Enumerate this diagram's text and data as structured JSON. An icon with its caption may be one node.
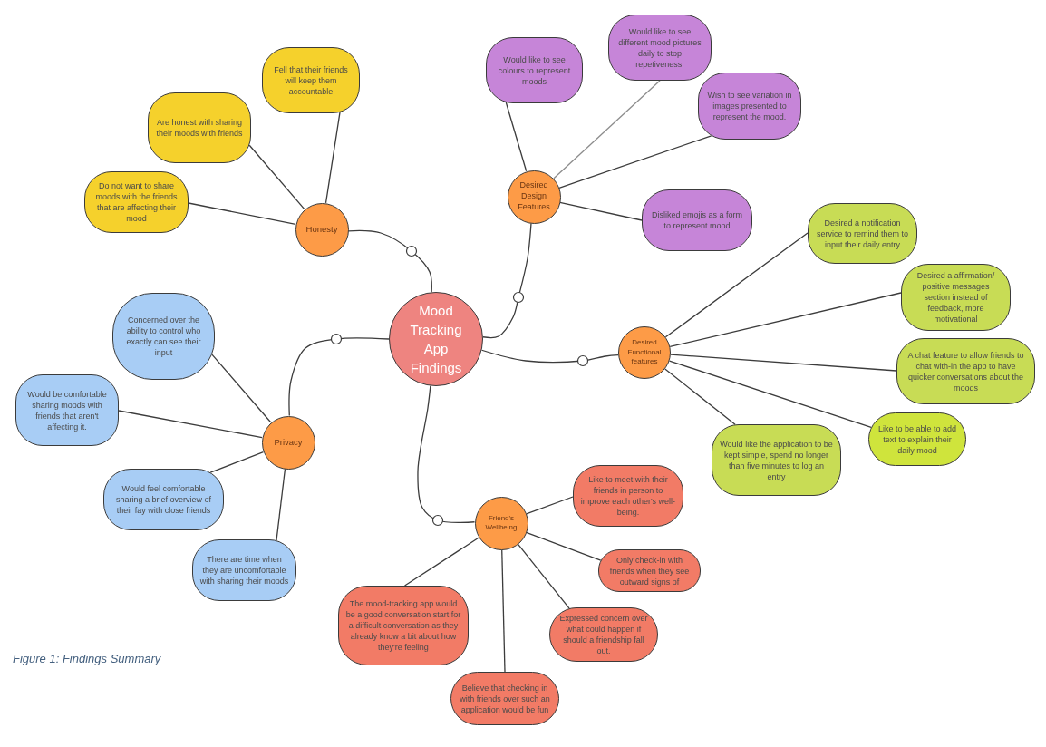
{
  "diagram": {
    "caption": "Figure 1: Findings Summary",
    "nodes": [
      {
        "text": [
          "Mood Tracking App Findings"
        ]
      },
      {
        "text": [
          "Honesty"
        ]
      },
      {
        "text": [
          "Fell that their friends will keep them accountable"
        ]
      },
      {
        "text": [
          "Are honest with sharing their moods with friends"
        ]
      },
      {
        "text": [
          "Do not want to share moods with the friends that are affecting their mood"
        ]
      },
      {
        "text": [
          "Desired Design Features"
        ]
      },
      {
        "text": [
          "Would like to see colours to represent moods"
        ]
      },
      {
        "text": [
          "Would like to see different mood pictures daily to stop repetiveness."
        ]
      },
      {
        "text": [
          "Wish to see variation in images presented to represent the mood."
        ]
      },
      {
        "text": [
          "Disliked emojis as a form to represent mood"
        ]
      },
      {
        "text": [
          "Desired Functional features"
        ]
      },
      {
        "text": [
          "Desired a notification service to remind them to input their daily entry"
        ]
      },
      {
        "text": [
          "Desired a affirmation/ positive messages section instead of feedback, more motivational"
        ]
      },
      {
        "text": [
          "A chat feature to allow friends to chat with-in the app to have quicker conversations about the moods"
        ]
      },
      {
        "text": [
          "Like to be able to add text to explain their daily mood"
        ]
      },
      {
        "text": [
          "Would like the application to be kept simple, spend no longer than five minutes to log an entry"
        ]
      },
      {
        "text": [
          "Friend's Wellbeing"
        ]
      },
      {
        "text": [
          "Like to meet with their friends in person to improve each other's well-being."
        ]
      },
      {
        "text": [
          "Only check-in with friends when they see outward signs of"
        ]
      },
      {
        "text": [
          "Expressed concern over what could happen if should a friendship fall out."
        ]
      },
      {
        "text": [
          "Believe that checking in with friends over such an application would be fun"
        ]
      },
      {
        "text": [
          "The mood-tracking app would be a good conversation start for a difficult conversation as they already know a bit about how they're feeling"
        ]
      },
      {
        "text": [
          "Privacy"
        ]
      },
      {
        "text": [
          "Concerned over the ability to control who exactly can see their input"
        ]
      },
      {
        "text": [
          "Would be comfortable sharing moods with friends that aren't affecting it."
        ]
      },
      {
        "text": [
          "Would feel comfortable sharing a brief overview of their fay with close friends"
        ]
      },
      {
        "text": [
          "There are time when they are uncomfortable with sharing their moods"
        ]
      }
    ],
    "edges": [
      {
        "from": 0,
        "to": 1,
        "arrow": "none"
      },
      {
        "from": 1,
        "to": 2,
        "arrow": "none"
      },
      {
        "from": 1,
        "to": 3,
        "arrow": "none"
      },
      {
        "from": 1,
        "to": 4,
        "arrow": "none"
      },
      {
        "from": 0,
        "to": 5,
        "arrow": "none"
      },
      {
        "from": 5,
        "to": 6,
        "arrow": "none"
      },
      {
        "from": 5,
        "to": 7,
        "arrow": "none",
        "color": "#8c8c8c"
      },
      {
        "from": 5,
        "to": 8,
        "arrow": "none"
      },
      {
        "from": 5,
        "to": 9,
        "arrow": "none"
      },
      {
        "from": 0,
        "to": 10,
        "arrow": "none"
      },
      {
        "from": 10,
        "to": 11,
        "arrow": "none"
      },
      {
        "from": 10,
        "to": 12,
        "arrow": "none"
      },
      {
        "from": 10,
        "to": 13,
        "arrow": "none"
      },
      {
        "from": 10,
        "to": 14,
        "arrow": "none"
      },
      {
        "from": 10,
        "to": 15,
        "arrow": "none"
      },
      {
        "from": 0,
        "to": 16,
        "arrow": "none"
      },
      {
        "from": 16,
        "to": 17,
        "arrow": "none"
      },
      {
        "from": 16,
        "to": 18,
        "arrow": "none"
      },
      {
        "from": 16,
        "to": 19,
        "arrow": "none"
      },
      {
        "from": 16,
        "to": 20,
        "arrow": "none"
      },
      {
        "from": 16,
        "to": 21,
        "arrow": "none"
      },
      {
        "from": 0,
        "to": 22,
        "arrow": "none"
      },
      {
        "from": 22,
        "to": 23,
        "arrow": "none"
      },
      {
        "from": 22,
        "to": 24,
        "arrow": "none"
      },
      {
        "from": 22,
        "to": 25,
        "arrow": "none"
      },
      {
        "from": 22,
        "to": 26,
        "arrow": "none"
      }
    ]
  }
}
